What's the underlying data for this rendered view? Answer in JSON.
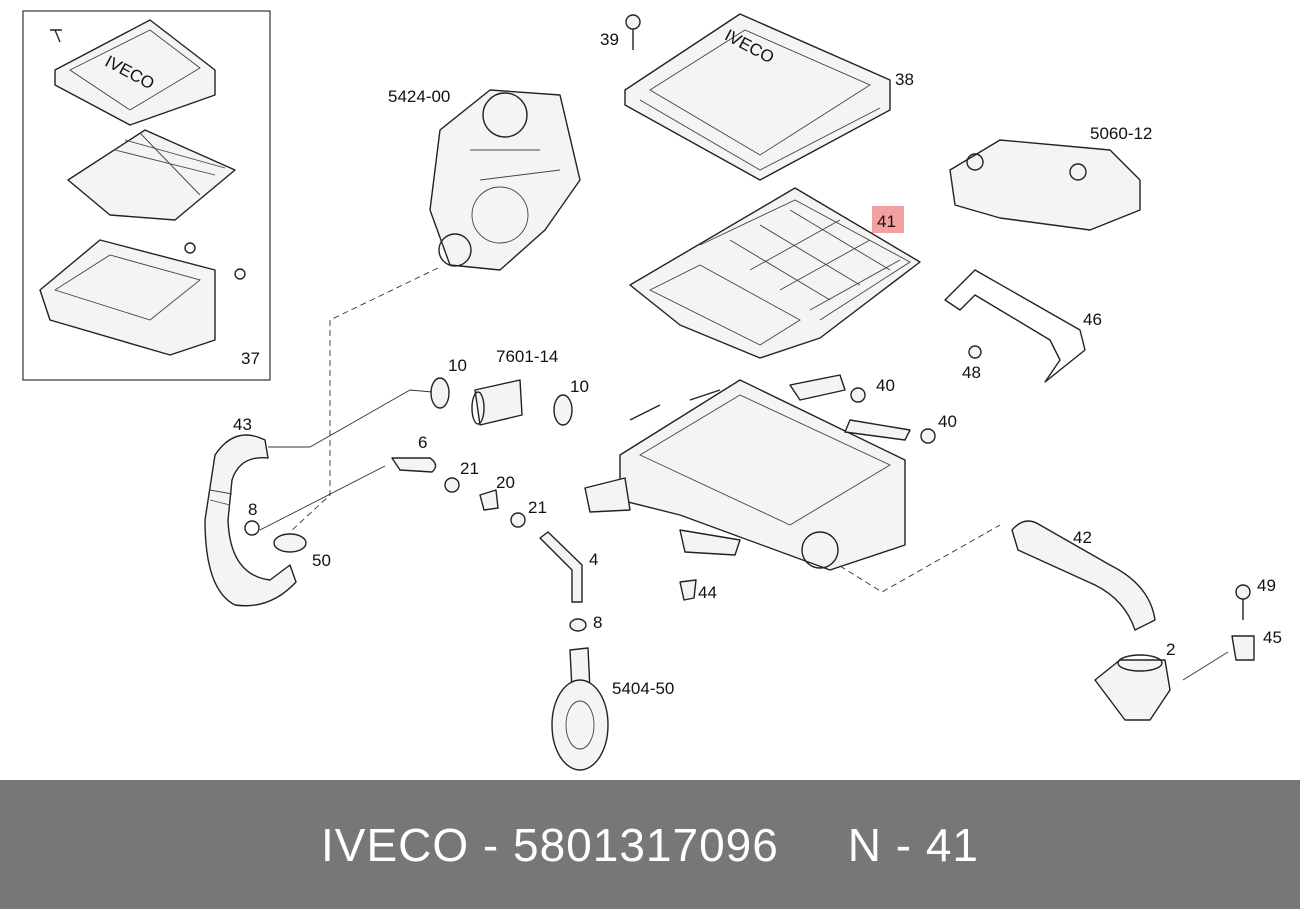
{
  "diagram": {
    "callouts": {
      "c37": "37",
      "c39": "39",
      "c38": "38",
      "c5424_00": "5424-00",
      "c5060_12": "5060-12",
      "c41": "41",
      "c46": "46",
      "c48": "48",
      "c10a": "10",
      "c7601_14": "7601-14",
      "c10b": "10",
      "c40a": "40",
      "c40b": "40",
      "c43": "43",
      "c6": "6",
      "c21a": "21",
      "c20": "20",
      "c21b": "21",
      "c8a": "8",
      "c50": "50",
      "c4": "4",
      "c42": "42",
      "c44": "44",
      "c8b": "8",
      "c49": "49",
      "c45": "45",
      "c2": "2",
      "c5404_50": "5404-50"
    },
    "highlight_color": "#f4a0a0"
  },
  "footer": {
    "text": "IVECO - 5801317096     N - 41",
    "background": "#777777"
  }
}
